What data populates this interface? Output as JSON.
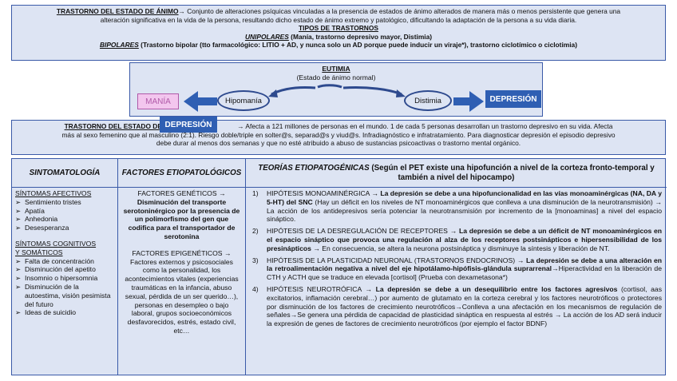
{
  "top": {
    "title": "TRASTORNO DEL ESTADO DE ÁNIMO",
    "def1": "→ Conjunto de alteraciones psíquicas vinculadas a la presencia de estados de ánimo alterados de manera más o menos persistente que genera una",
    "def2": "alteración significativa en la vida de la persona, resultando dicho estado de ánimo extremo y patológico, dificultando la adaptación de la persona a su vida diaria.",
    "tipos": "TIPOS DE TRASTORNOS",
    "uni_label": "UNIPOLARES",
    "uni_text": " (Manía, trastorno depresivo mayor, Distimia)",
    "bi_label": "BIPOLARES",
    "bi_text": " (Trastorno bipolar (tto farmacológico: LITIO + AD, y nunca solo un AD porque puede inducir un viraje*), trastorno ciclotímico o ciclotimia)"
  },
  "eutimia": {
    "title": "EUTIMIA",
    "subtitle": "(Estado de ánimo normal)",
    "hipomania": "Hipomanía",
    "distimia": "Distimia",
    "mania": "MANÍA",
    "depresion": "DEPRESIÓN"
  },
  "trastorno2": {
    "title": "TRASTORNO DEL ESTADO DE ÁNIMO",
    "badge": "DEPRESIÓN",
    "l1": "→ Afecta a 121 millones de personas en el mundo. 1 de cada 5 personas desarrollan un trastorno depresivo en su vida. Afecta",
    "l2": "más al sexo femenino que al masculino (2:1). Riesgo doble/triple en solter@s, separad@s y viud@s. Infradiagnóstico e infratratamiento. Para diagnosticar depresión el episodio depresivo",
    "l3": "debe durar al menos dos semanas y que no esté atribuido a abuso de sustancias psicoactivas o trastorno mental orgánico."
  },
  "col1": {
    "header": "SINTOMATOLOGÍA",
    "afectivos_title": "SÍNTOMAS AFECTIVOS",
    "afectivos": [
      "Sentimiento tristes",
      "Apatía",
      "Anhedonia",
      "Desesperanza"
    ],
    "cognitivos_title1": "SÍNTOMAS COGNITIVOS",
    "cognitivos_title2": "Y SOMÁTICOS",
    "cognitivos": [
      "Falta de concentración",
      "Disminución del apetito",
      "Insomnio o hipersomnia",
      "Disminución de la autoestima, visión pesimista del futuro",
      "Ideas de suicidio"
    ]
  },
  "col2": {
    "header": "FACTORES ETIOPATOLÓGICOS",
    "gen_title": "FACTORES GENÉTICOS →",
    "gen_text": "Disminución del transporte serotoninérgico por la presencia de un polimorfismo del gen que codifica para el transportador de serotonina",
    "epi_title": "FACTORES EPIGENÉTICOS →",
    "epi_text": "Factores externos y psicosociales como la personalidad, los acontecimientos vitales (experiencias traumáticas en la infancia, abuso sexual, pérdida de un ser querido…), personas en desempleo o bajo laboral, grupos socioeconómicos desfavorecidos, estrés, estado civil, etc…"
  },
  "col3": {
    "header_main": "TEORÍAS ETIOPATOGÉNICAS",
    "header_rest": " (Según el PET existe una hipofunción a nivel de la corteza fronto-temporal y también a nivel del hipocampo)",
    "theories": [
      {
        "n": "1)",
        "title": "HIPÓTESIS MONOAMINÉRGICA →",
        "bold": " La depresión se debe a una hipofuncionalidad en las vías monoaminérgicas (NA, DA y 5-HT) del SNC",
        "rest": " (Hay un déficit en los niveles de NT monoaminérgicos que conlleva a una disminución de la neurotransmisión) → La acción de los antidepresivos sería potenciar la neurotransmisión por incremento de la [monoaminas] a nivel del espacio sináptico."
      },
      {
        "n": "2)",
        "title": "HIPÓTESIS DE LA DESREGULACIÓN DE RECEPTORES →",
        "bold": " La depresión se debe a un déficit de NT monoaminérgicos en el espacio sináptico que provoca una regulación al alza de los receptores postsinápticos e hipersensibilidad de los presinápticos",
        "rest": " → En consecuencia, se altera la neurona postsináptica y disminuye la síntesis y liberación de NT."
      },
      {
        "n": "3)",
        "title": "HIPÓTESIS DE LA PLASTICIDAD NEURONAL (TRASTORNOS ENDOCRINOS) →",
        "bold": " La depresión se debe a una alteración en la retroalimentación negativa a nivel del eje hipotálamo-hipófisis-glándula suprarrenal",
        "rest": "→Hiperactividad en la liberación de CTH y ACTH que se traduce en elevada [cortisol] (Prueba con dexametasona*)"
      },
      {
        "n": "4)",
        "title": "HIPÓTESIS NEUROTRÓFICA →",
        "bold": " La depresión se debe a un desequilibrio entre los factores agresivos",
        "rest": " (cortisol, aas excitatorios, inflamación cerebral…) por aumento de glutamato en la corteza cerebral y los factores neurotróficos o protectores por disminución de los factores de crecimiento neurotróficos→Conlleva a una afectación en los mecanismos de regulación de señales→Se genera una pérdida de capacidad de plasticidad sináptica en respuesta al estrés → La acción de los AD será inducir la expresión de genes de factores de crecimiento neurotróficos (por ejemplo el factor BDNF)"
      }
    ]
  }
}
